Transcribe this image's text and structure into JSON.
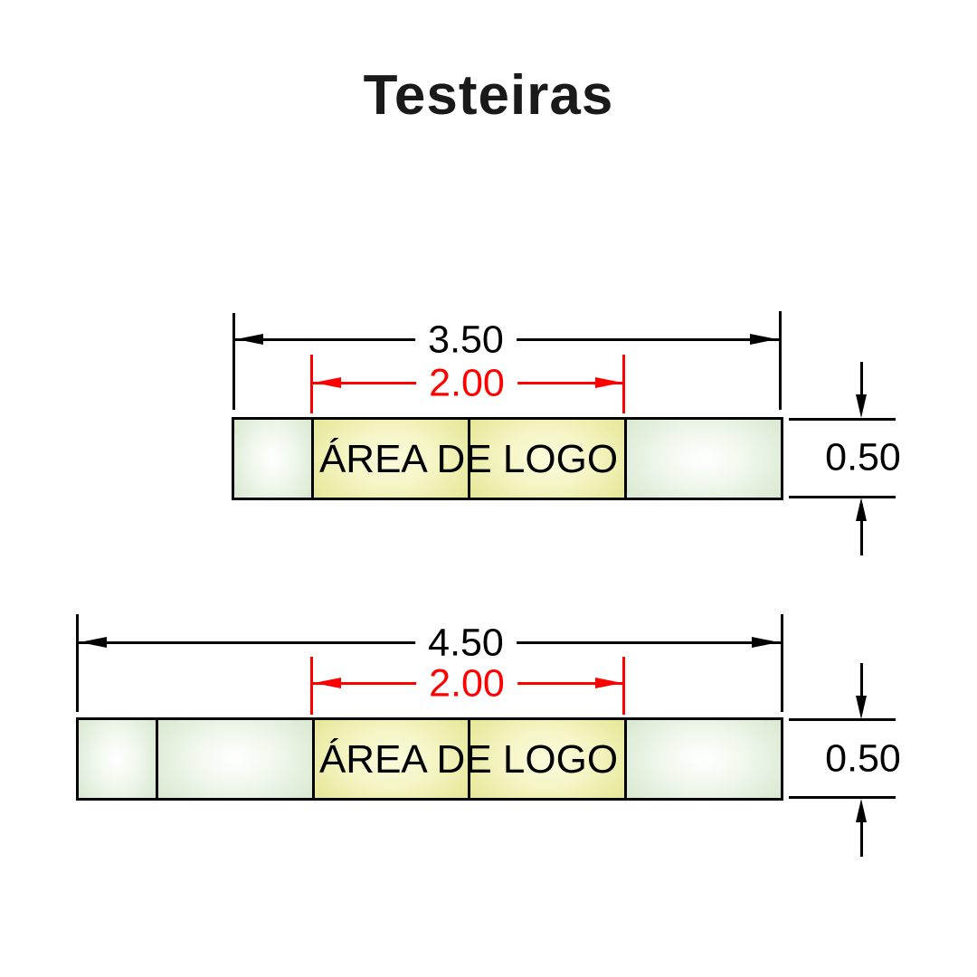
{
  "title": "Testeiras",
  "top_banner": {
    "total_width_label": "3.50",
    "logo_width_label": "2.00",
    "height_label": "0.50",
    "logo_area_label": "ÁREA DE LOGO",
    "segments_units": [
      0.5,
      1,
      1,
      1
    ],
    "segment_types": [
      "module-green",
      "logo-yellow",
      "logo-yellow",
      "module-green"
    ]
  },
  "bottom_banner": {
    "total_width_label": "4.50",
    "logo_width_label": "2.00",
    "height_label": "0.50",
    "logo_area_label": "ÁREA DE LOGO",
    "segments_units": [
      0.5,
      1,
      1,
      1,
      1
    ],
    "segment_types": [
      "module-green",
      "module-green",
      "logo-yellow",
      "logo-yellow",
      "module-green"
    ]
  },
  "colors": {
    "dimension_red": "#fe0000",
    "line_black": "#000000",
    "module_green": "#d9e9d1",
    "logo_yellow": "#e7e798"
  }
}
